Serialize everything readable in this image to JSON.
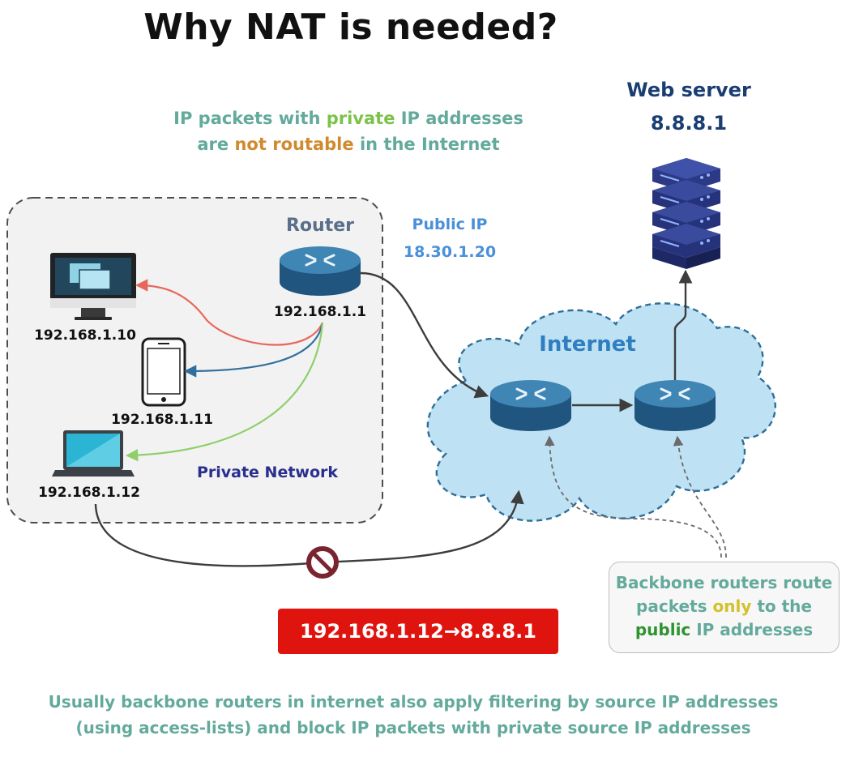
{
  "title": "Why NAT is needed?",
  "note_top": {
    "p1": "IP packets with ",
    "w1": "private",
    "p2": " IP addresses",
    "p3": "are ",
    "w2": "not routable",
    "p4": " in the Internet"
  },
  "web_server": {
    "title": "Web server",
    "ip": "8.8.8.1"
  },
  "router": {
    "label": "Router",
    "ip": "192.168.1.1"
  },
  "public_ip": {
    "title": "Public IP",
    "value": "18.30.1.20"
  },
  "internet_label": "Internet",
  "private_network": {
    "label": "Private Network",
    "pc_ip": "192.168.1.10",
    "phone_ip": "192.168.1.11",
    "laptop_ip": "192.168.1.12"
  },
  "packet": "192.168.1.12→8.8.8.1",
  "callout": {
    "l1": "Backbone routers route",
    "l2a": "packets ",
    "l2b": "only",
    "l2c": " to the",
    "l3a": "public",
    "l3b": " IP addresses"
  },
  "note_bottom": {
    "l1": "Usually backbone routers in internet also apply filtering by source IP addresses",
    "l2": "(using access-lists) and block IP packets with private source IP addresses"
  },
  "colors": {
    "teal_text": "#63aa9c",
    "arrow_red": "#e8675c",
    "arrow_blue": "#2f6f9f",
    "arrow_green": "#8fcf6a",
    "cloud": "#bfe1f4",
    "packet_red": "#e0140f"
  }
}
